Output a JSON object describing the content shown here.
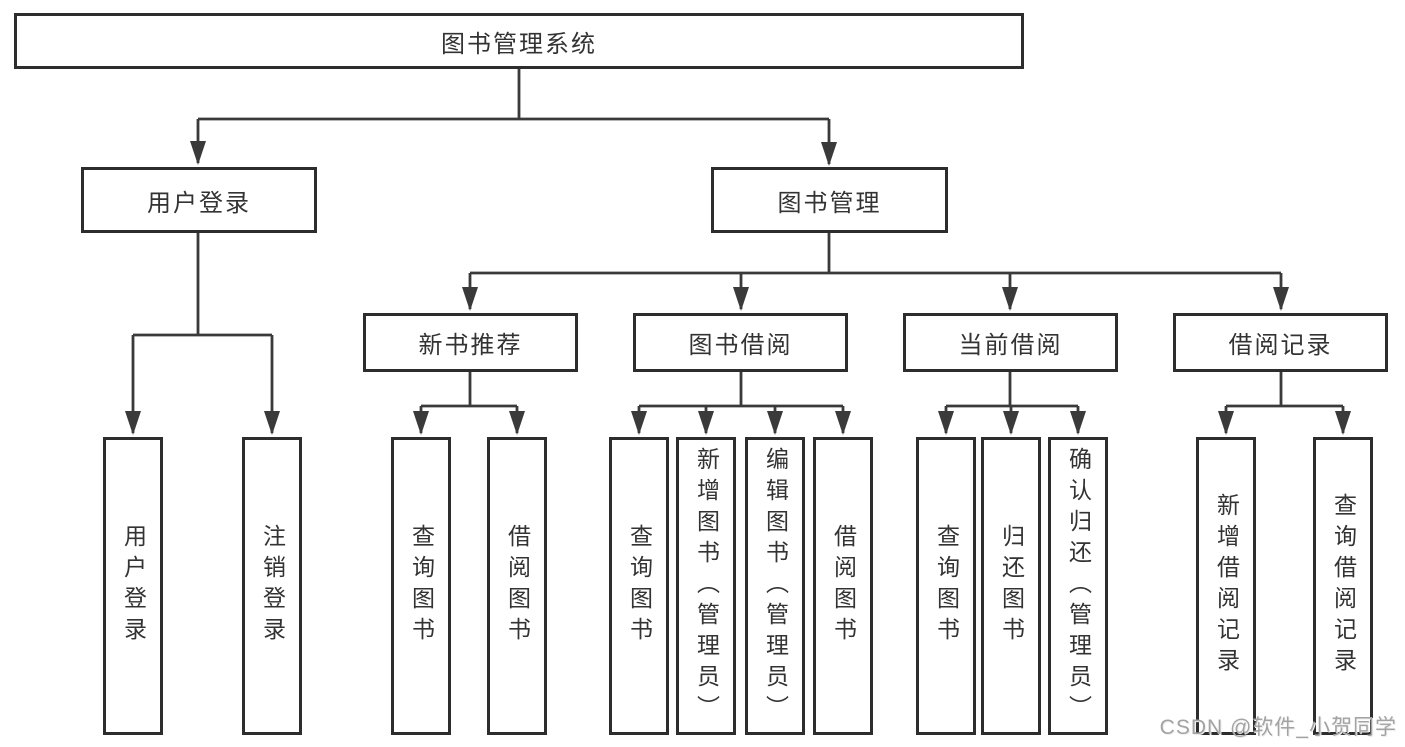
{
  "root": {
    "label": "图书管理系统"
  },
  "branches": [
    {
      "label": "用户登录",
      "children": [
        {
          "label": "用户登录"
        },
        {
          "label": "注销登录"
        }
      ]
    },
    {
      "label": "图书管理",
      "children": [
        {
          "label": "新书推荐",
          "children": [
            {
              "label": "查询图书"
            },
            {
              "label": "借阅图书"
            }
          ]
        },
        {
          "label": "图书借阅",
          "children": [
            {
              "label": "查询图书"
            },
            {
              "label": "新增图书（管理员）"
            },
            {
              "label": "编辑图书（管理员）"
            },
            {
              "label": "借阅图书"
            }
          ]
        },
        {
          "label": "当前借阅",
          "children": [
            {
              "label": "查询图书"
            },
            {
              "label": "归还图书"
            },
            {
              "label": "确认归还（管理员）"
            }
          ]
        },
        {
          "label": "借阅记录",
          "children": [
            {
              "label": "新增借阅记录"
            },
            {
              "label": "查询借阅记录"
            }
          ]
        }
      ]
    }
  ],
  "watermark": {
    "text": "CSDN @软件_小贺同学"
  },
  "colors": {
    "line": "#3a3a3a",
    "box_border": "#2d2d2d",
    "text": "#333333",
    "watermark": "#a3a3a3",
    "background": "#ffffff"
  }
}
